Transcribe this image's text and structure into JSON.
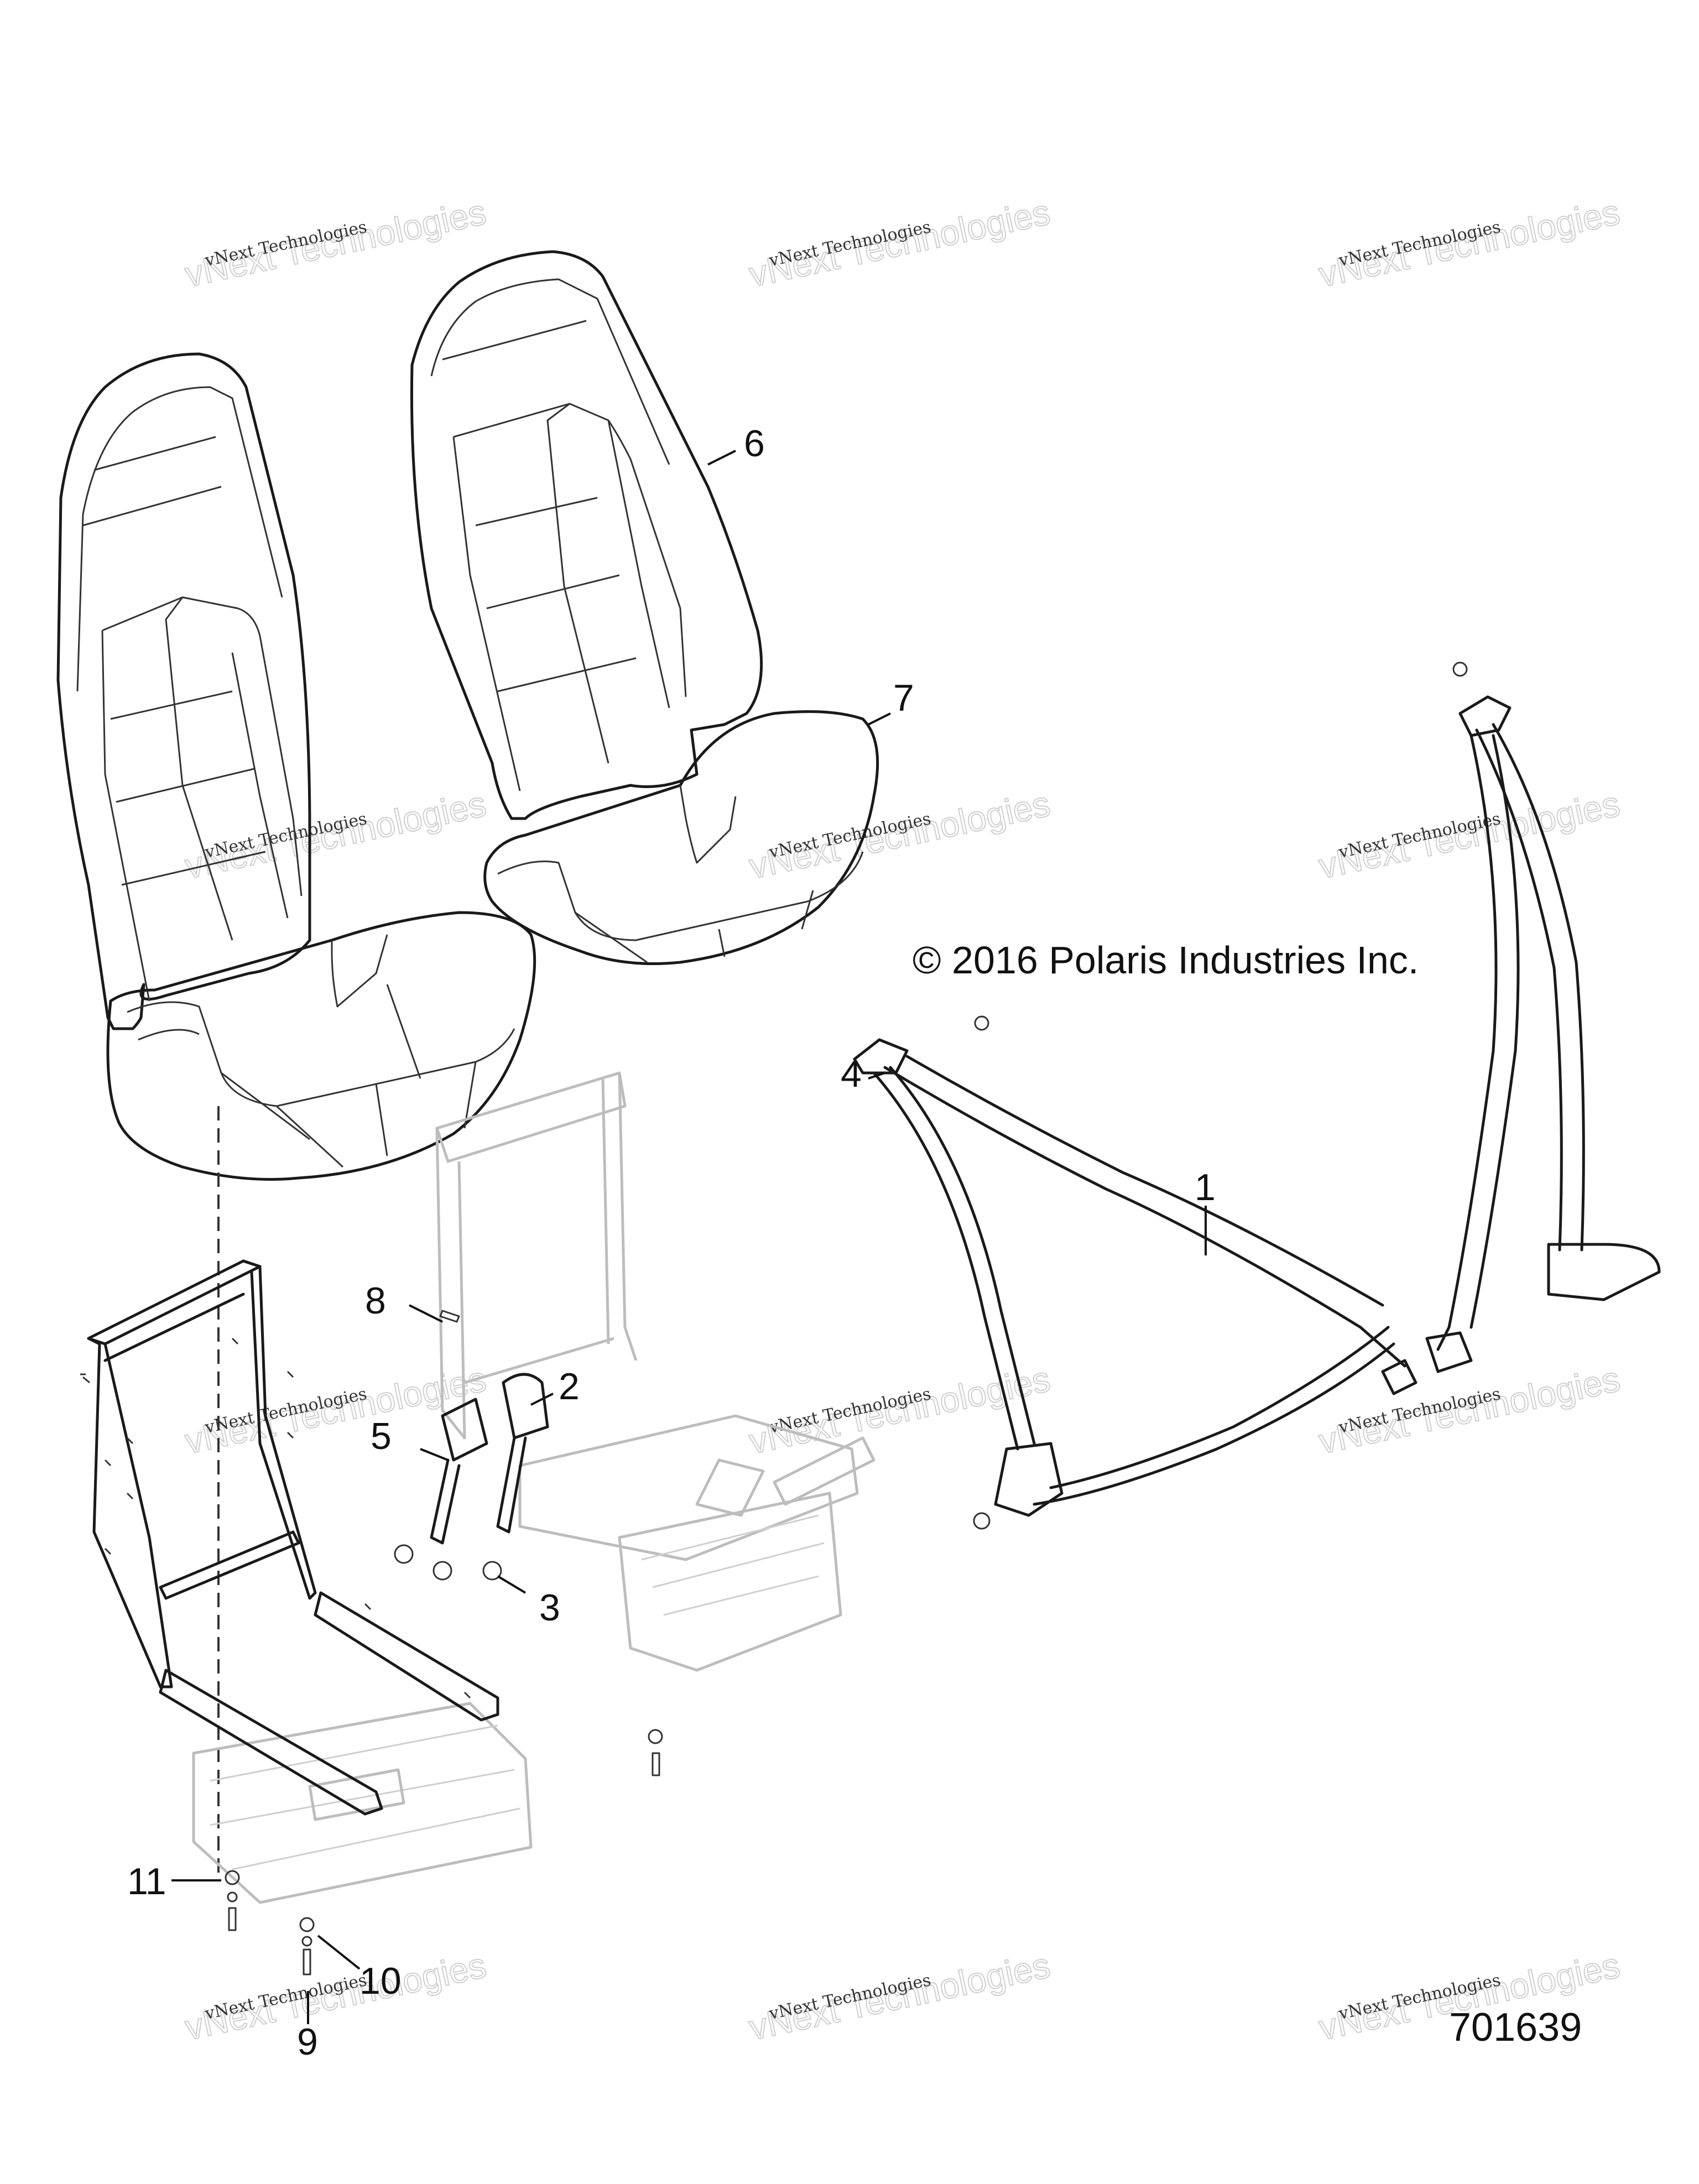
{
  "copyright": "© 2016 Polaris Industries Inc.",
  "drawing_number": "701639",
  "watermark": {
    "line1": "vNext Technologies",
    "line2": "vNext Technologies"
  },
  "callouts": [
    {
      "id": "1",
      "label": "1"
    },
    {
      "id": "2",
      "label": "2"
    },
    {
      "id": "3",
      "label": "3"
    },
    {
      "id": "4",
      "label": "4"
    },
    {
      "id": "5",
      "label": "5"
    },
    {
      "id": "6",
      "label": "6"
    },
    {
      "id": "7",
      "label": "7"
    },
    {
      "id": "8",
      "label": "8"
    },
    {
      "id": "9",
      "label": "9"
    },
    {
      "id": "10",
      "label": "10"
    },
    {
      "id": "11",
      "label": "11"
    }
  ],
  "colors": {
    "line_art": "#1a1a1a",
    "ghost_parts": "#bdbdbd",
    "watermark": "#cfcfcf",
    "background": "#ffffff"
  }
}
